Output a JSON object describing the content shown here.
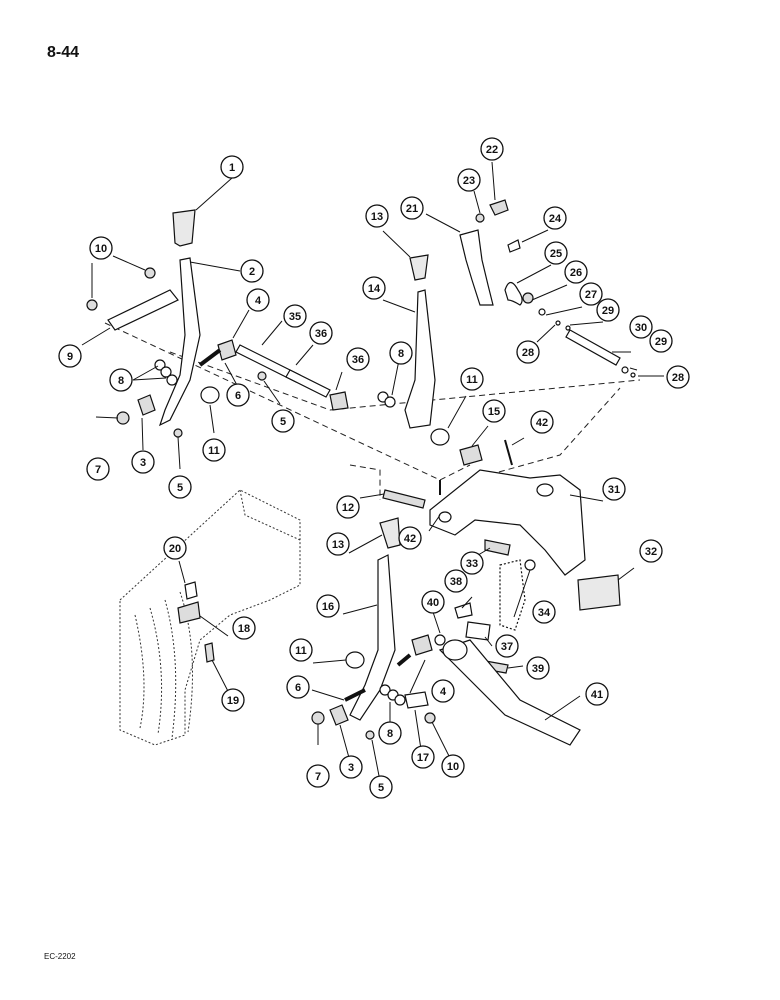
{
  "page_number": "8-44",
  "document_code": "EC-2202",
  "callouts": [
    {
      "id": "1",
      "label": "1"
    },
    {
      "id": "2",
      "label": "2"
    },
    {
      "id": "4",
      "label": "4"
    },
    {
      "id": "10a",
      "label": "10"
    },
    {
      "id": "9",
      "label": "9"
    },
    {
      "id": "8a",
      "label": "8"
    },
    {
      "id": "7a",
      "label": "7"
    },
    {
      "id": "3a",
      "label": "3"
    },
    {
      "id": "5a",
      "label": "5"
    },
    {
      "id": "11a",
      "label": "11"
    },
    {
      "id": "6a",
      "label": "6"
    },
    {
      "id": "5b",
      "label": "5"
    },
    {
      "id": "35",
      "label": "35"
    },
    {
      "id": "36a",
      "label": "36"
    },
    {
      "id": "36b",
      "label": "36"
    },
    {
      "id": "13a",
      "label": "13"
    },
    {
      "id": "14",
      "label": "14"
    },
    {
      "id": "8b",
      "label": "8"
    },
    {
      "id": "11b",
      "label": "11"
    },
    {
      "id": "15",
      "label": "15"
    },
    {
      "id": "42a",
      "label": "42"
    },
    {
      "id": "21",
      "label": "21"
    },
    {
      "id": "22",
      "label": "22"
    },
    {
      "id": "23",
      "label": "23"
    },
    {
      "id": "24",
      "label": "24"
    },
    {
      "id": "25",
      "label": "25"
    },
    {
      "id": "26",
      "label": "26"
    },
    {
      "id": "27",
      "label": "27"
    },
    {
      "id": "29a",
      "label": "29"
    },
    {
      "id": "28a",
      "label": "28"
    },
    {
      "id": "30",
      "label": "30"
    },
    {
      "id": "29b",
      "label": "29"
    },
    {
      "id": "28b",
      "label": "28"
    },
    {
      "id": "31",
      "label": "31"
    },
    {
      "id": "12",
      "label": "12"
    },
    {
      "id": "42b",
      "label": "42"
    },
    {
      "id": "13b",
      "label": "13"
    },
    {
      "id": "33",
      "label": "33"
    },
    {
      "id": "32",
      "label": "32"
    },
    {
      "id": "20",
      "label": "20"
    },
    {
      "id": "16",
      "label": "16"
    },
    {
      "id": "38",
      "label": "38"
    },
    {
      "id": "40",
      "label": "40"
    },
    {
      "id": "34",
      "label": "34"
    },
    {
      "id": "18",
      "label": "18"
    },
    {
      "id": "37",
      "label": "37"
    },
    {
      "id": "11c",
      "label": "11"
    },
    {
      "id": "39",
      "label": "39"
    },
    {
      "id": "19",
      "label": "19"
    },
    {
      "id": "6b",
      "label": "6"
    },
    {
      "id": "4b",
      "label": "4"
    },
    {
      "id": "41",
      "label": "41"
    },
    {
      "id": "7b",
      "label": "7"
    },
    {
      "id": "3b",
      "label": "3"
    },
    {
      "id": "8c",
      "label": "8"
    },
    {
      "id": "17",
      "label": "17"
    },
    {
      "id": "10b",
      "label": "10"
    },
    {
      "id": "5c",
      "label": "5"
    }
  ]
}
